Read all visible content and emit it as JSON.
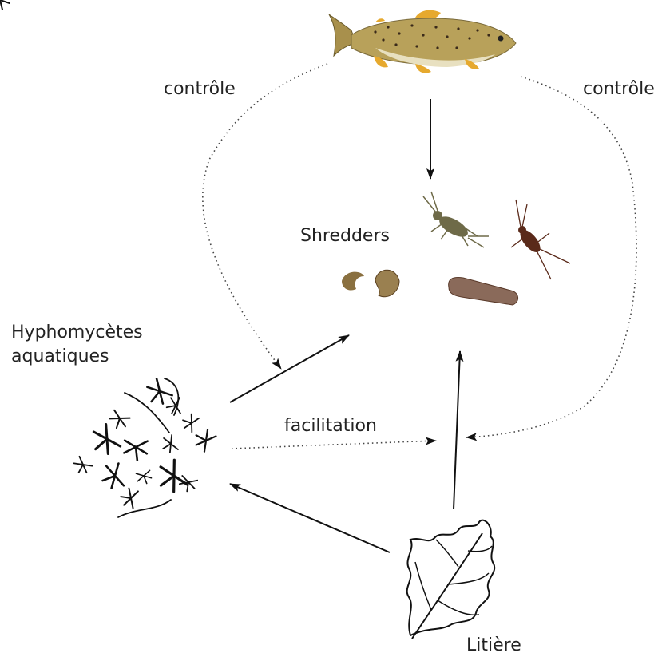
{
  "labels": {
    "control_left": "contrôle",
    "control_right": "contrôle",
    "shredders": "Shredders",
    "hyphomycetes_line1": "Hyphomycètes",
    "hyphomycetes_line2": "aquatiques",
    "facilitation": "facilitation",
    "litter": "Litière"
  },
  "colors": {
    "line": "#111111",
    "dotted": "#444444",
    "fish_body": "#b8a15a",
    "fish_belly": "#e8e0c0",
    "fin": "#e6a92e",
    "insect_dark": "#5a2a1a",
    "insect_light": "#6e6a48",
    "case": "#8a6a5a"
  },
  "nodes": [
    {
      "id": "fish",
      "icon": "trout-icon"
    },
    {
      "id": "shredders",
      "icon": "invertebrates-icon"
    },
    {
      "id": "hyphomycetes",
      "icon": "fungal-spores-icon"
    },
    {
      "id": "litter",
      "icon": "oak-leaf-icon"
    }
  ],
  "edges": [
    {
      "from": "fish",
      "to": "shredders",
      "style": "solid"
    },
    {
      "from": "fish",
      "to": "hyphomycetes-arrow",
      "style": "dotted",
      "label": "control_left"
    },
    {
      "from": "fish",
      "to": "litter-arrow",
      "style": "dotted",
      "label": "control_right"
    },
    {
      "from": "hyphomycetes",
      "to": "shredders",
      "style": "solid"
    },
    {
      "from": "hyphomycetes",
      "to": "litter-arrow",
      "style": "dotted",
      "label": "facilitation"
    },
    {
      "from": "litter",
      "to": "shredders",
      "style": "solid"
    },
    {
      "from": "litter",
      "to": "hyphomycetes",
      "style": "solid"
    }
  ]
}
